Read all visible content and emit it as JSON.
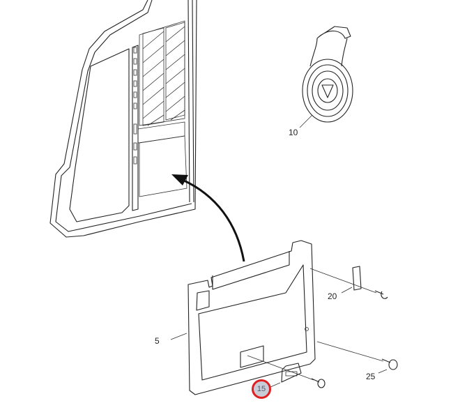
{
  "diagram": {
    "callouts": [
      {
        "id": "10",
        "label": "10",
        "part": "tape-roll"
      },
      {
        "id": "20",
        "label": "20",
        "part": "bracket"
      },
      {
        "id": "5",
        "label": "5",
        "part": "panel"
      },
      {
        "id": "25",
        "label": "25",
        "part": "bolt"
      },
      {
        "id": "15",
        "label": "15",
        "part": "clip",
        "highlighted": true
      }
    ],
    "highlight_color": "#e02020"
  }
}
